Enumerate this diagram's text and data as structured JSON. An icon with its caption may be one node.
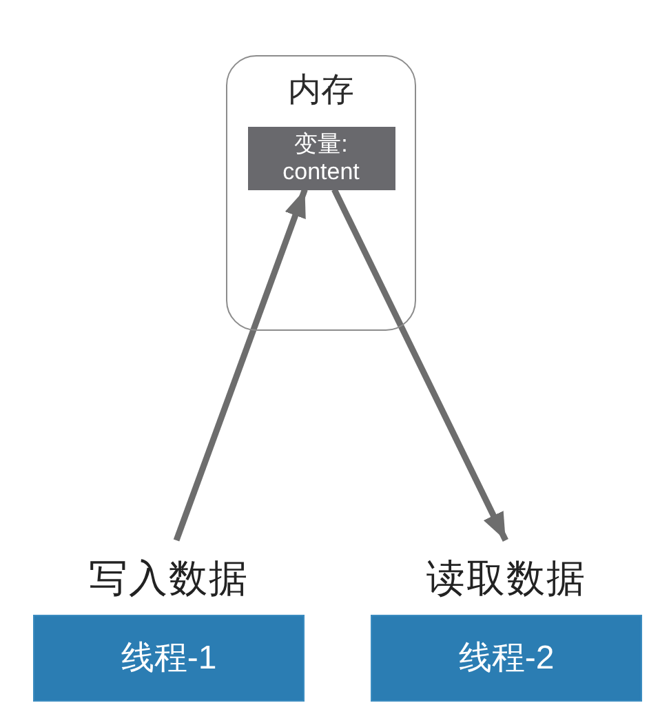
{
  "diagram": {
    "nodes": [
      {
        "text": [
          "内存"
        ]
      },
      {
        "text": [
          "变量: content"
        ],
        "in": 0
      },
      {
        "text": [
          "写入数据",
          "线程-1"
        ]
      },
      {
        "text": [
          "读取数据",
          "线程-2"
        ]
      }
    ],
    "edges": [
      {
        "from": 2,
        "to": 1,
        "arrow": "to"
      },
      {
        "from": 1,
        "to": 3,
        "arrow": "to"
      }
    ]
  }
}
